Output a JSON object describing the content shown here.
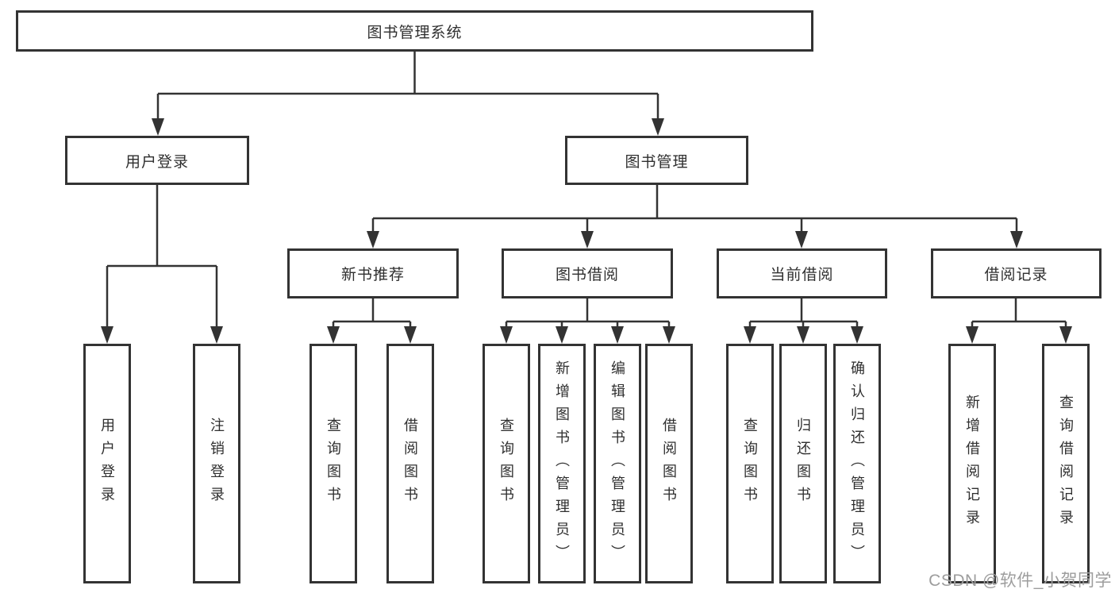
{
  "diagram": {
    "title": "图书管理系统",
    "type": "hierarchy-diagram",
    "colors": {
      "line": "#333333",
      "box_border": "#333333",
      "text": "#2f2f2f",
      "watermark": "#9d9d9d",
      "background": "#ffffff"
    }
  },
  "tree": {
    "root": {
      "label": "图书管理系统"
    },
    "branches": [
      {
        "label": "用户登录",
        "children": [
          {
            "label": "用户登录"
          },
          {
            "label": "注销登录"
          }
        ]
      },
      {
        "label": "图书管理",
        "children": [
          {
            "label": "新书推荐",
            "children": [
              {
                "label": "查询图书"
              },
              {
                "label": "借阅图书"
              }
            ]
          },
          {
            "label": "图书借阅",
            "children": [
              {
                "label": "查询图书"
              },
              {
                "label": "新增图书（管理员）"
              },
              {
                "label": "编辑图书（管理员）"
              },
              {
                "label": "借阅图书"
              }
            ]
          },
          {
            "label": "当前借阅",
            "children": [
              {
                "label": "查询图书"
              },
              {
                "label": "归还图书"
              },
              {
                "label": "确认归还（管理员）"
              }
            ]
          },
          {
            "label": "借阅记录",
            "children": [
              {
                "label": "新增借阅记录"
              },
              {
                "label": "查询借阅记录"
              }
            ]
          }
        ]
      }
    ]
  },
  "watermark": {
    "text": "CSDN @软件_小贺同学"
  }
}
